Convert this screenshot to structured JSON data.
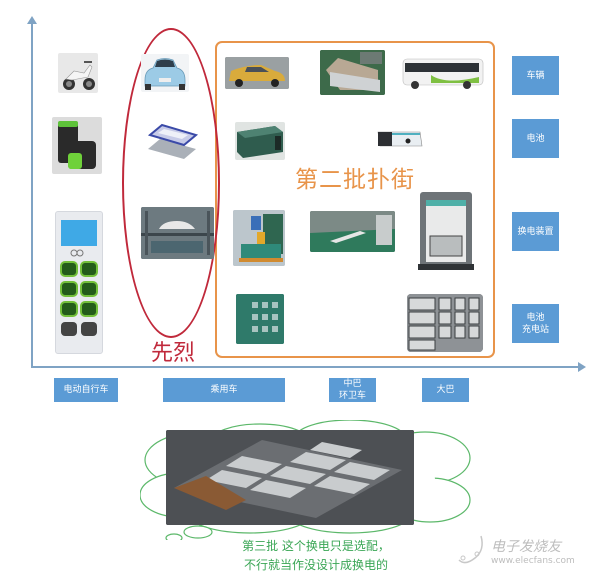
{
  "axes": {
    "y_axis": "vertical-arrow",
    "x_axis": "horizontal-arrow"
  },
  "x_categories": [
    {
      "label": "电动自行车"
    },
    {
      "label": "乘用车"
    },
    {
      "label": "中巴\n环卫车"
    },
    {
      "label": "大巴"
    }
  ],
  "y_categories": [
    {
      "label": "车辆"
    },
    {
      "label": "电池"
    },
    {
      "label": "换电装置"
    },
    {
      "label": "电池\n充电站"
    }
  ],
  "groups": {
    "first_wave": {
      "label": "先烈",
      "color": "#c0293b",
      "shape": "ellipse"
    },
    "second_wave": {
      "label": "第二批扑街",
      "color": "#e8944a",
      "shape": "rounded-rectangle"
    },
    "third_wave": {
      "label_line1": "第三批 这个换电只是选配，",
      "label_line2": "不行就当作没设计成换电的",
      "color": "#3aa655",
      "shape": "thought-cloud"
    }
  },
  "images": {
    "ebike_vehicle": "electric-scooter",
    "ebike_battery": "scooter-battery-packs",
    "ebike_station": "battery-swap-cabinet",
    "car_vehicle": "blue-passenger-car",
    "car_battery": "battery-tray",
    "car_station": "car-swap-station",
    "taxi": "yellow-taxi",
    "van": "minibus-on-track",
    "bus": "electric-bus",
    "bus_battery_green": "green-battery-box",
    "bus_battery_small": "battery-module",
    "swap_equipment_1": "worker-with-swap-device",
    "swap_equipment_2": "swap-line",
    "swap_machine": "swap-robot-frame",
    "charging_station_1": "green-charging-rack",
    "charging_station_2": "battery-rack-cabinets",
    "battery_pack": "car-battery-pack"
  },
  "colors": {
    "label_box": "#5b9bd5",
    "axis": "#7fa3c4"
  },
  "watermark": {
    "title": "电子发烧友",
    "url": "www.elecfans.com"
  }
}
